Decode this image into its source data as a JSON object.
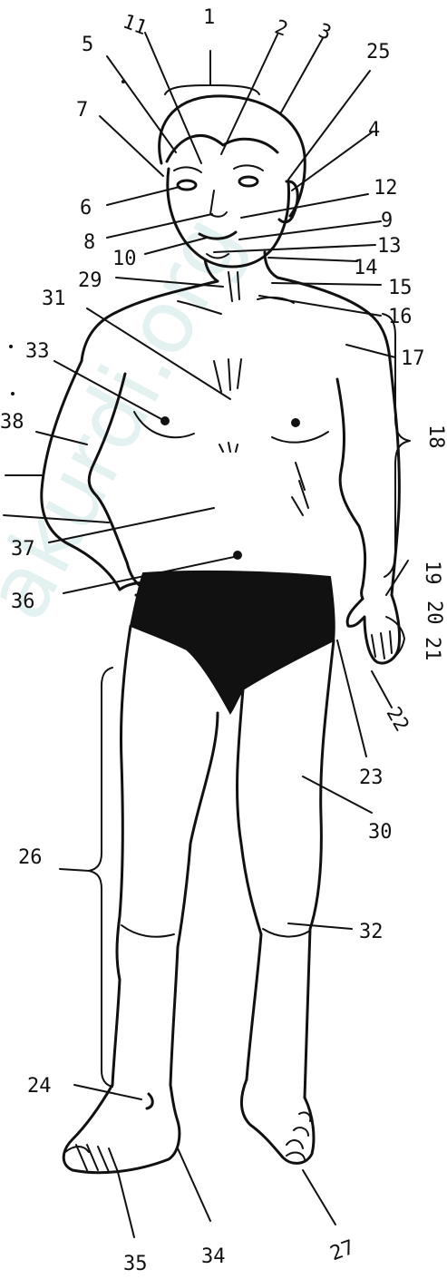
{
  "watermark": "akurdi.org",
  "labels": {
    "l1": "1",
    "l2": "2",
    "l3": "3",
    "l4": "4",
    "l5": "5",
    "l6": "6",
    "l7": "7",
    "l8": "8",
    "l9": "9",
    "l10": "10",
    "l11": "11",
    "l12": "12",
    "l13": "13",
    "l14": "14",
    "l15": "15",
    "l16": "16",
    "l17": "17",
    "l18": "18",
    "l19": "19",
    "l20": "20",
    "l21": "21",
    "l22": "22",
    "l23": "23",
    "l24": "24",
    "l25": "25",
    "l26": "26",
    "l27": "27",
    "l29": "29",
    "l30": "30",
    "l31": "31",
    "l32": "32",
    "l33": "33",
    "l34": "34",
    "l35": "35",
    "l36": "36",
    "l37": "37",
    "l38": "38"
  }
}
